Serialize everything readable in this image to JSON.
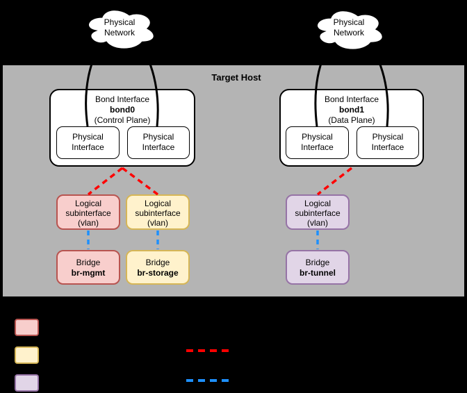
{
  "clouds": {
    "left": {
      "label": "Physical\nNetwork"
    },
    "right": {
      "label": "Physical\nNetwork"
    }
  },
  "target_host": {
    "label": "Target Host"
  },
  "bonds": [
    {
      "title": "Bond Interface",
      "name": "bond0",
      "plane": "(Control Plane)",
      "phys1": "Physical\nInterface",
      "phys2": "Physical\nInterface"
    },
    {
      "title": "Bond Interface",
      "name": "bond1",
      "plane": "(Data Plane)",
      "phys1": "Physical\nInterface",
      "phys2": "Physical\nInterface"
    }
  ],
  "subinterfaces": [
    {
      "id": "mgmt",
      "label": "Logical\nsubinterface\n(vlan)"
    },
    {
      "id": "storage",
      "label": "Logical\nsubinterface\n(vlan)"
    },
    {
      "id": "tunnel",
      "label": "Logical\nsubinterface\n(vlan)"
    }
  ],
  "bridges": [
    {
      "id": "mgmt",
      "title": "Bridge",
      "name": "br-mgmt"
    },
    {
      "id": "storage",
      "title": "Bridge",
      "name": "br-storage"
    },
    {
      "id": "tunnel",
      "title": "Bridge",
      "name": "br-tunnel"
    }
  ],
  "colors": {
    "background": "#000000",
    "host_background": "#b4b4b4",
    "node_fill": "#ffffff",
    "mgmt_fill": "#f8cecc",
    "mgmt_stroke": "#b85450",
    "storage_fill": "#fff2cc",
    "storage_stroke": "#d6b656",
    "tunnel_fill": "#e1d5e7",
    "tunnel_stroke": "#9673a6",
    "bond_to_vlan_link": "#ff0000",
    "vlan_to_bridge_link": "#1e90ff",
    "physical_link": "#000000"
  },
  "legend": {
    "swatches": [
      {
        "id": "mgmt-swatch",
        "fill": "#f8cecc",
        "stroke": "#b85450"
      },
      {
        "id": "storage-swatch",
        "fill": "#fff2cc",
        "stroke": "#d6b656"
      },
      {
        "id": "tunnel-swatch",
        "fill": "#e1d5e7",
        "stroke": "#9673a6"
      }
    ],
    "lines": [
      {
        "id": "red-dashed-line",
        "color": "#ff0000"
      },
      {
        "id": "blue-dashed-line",
        "color": "#1e90ff"
      }
    ]
  }
}
